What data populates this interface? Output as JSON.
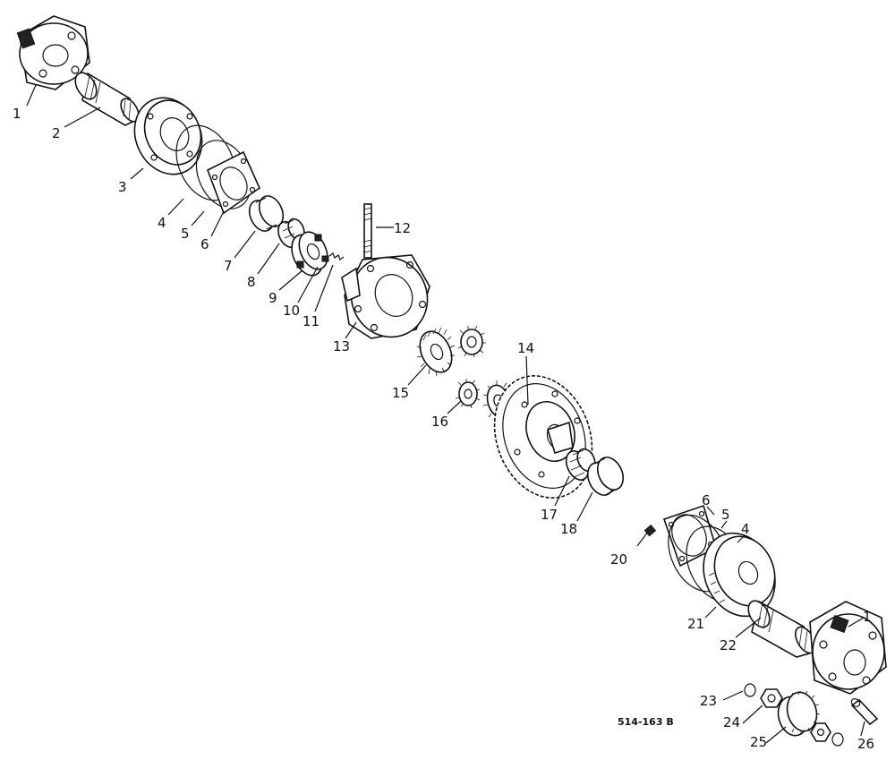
{
  "drawing": {
    "code": "514-163 B",
    "labels": {
      "l1a": "1",
      "l2": "2",
      "l3": "3",
      "l4a": "4",
      "l5a": "5",
      "l6a": "6",
      "l7": "7",
      "l8": "8",
      "l9": "9",
      "l10": "10",
      "l11": "11",
      "l12": "12",
      "l13": "13",
      "l14": "14",
      "l15": "15",
      "l16": "16",
      "l17": "17",
      "l18": "18",
      "l6b": "6",
      "l5b": "5",
      "l4b": "4",
      "l20": "20",
      "l21": "21",
      "l22": "22",
      "l1b": "1",
      "l23": "23",
      "l24": "24",
      "l25": "25",
      "l26": "26"
    }
  }
}
